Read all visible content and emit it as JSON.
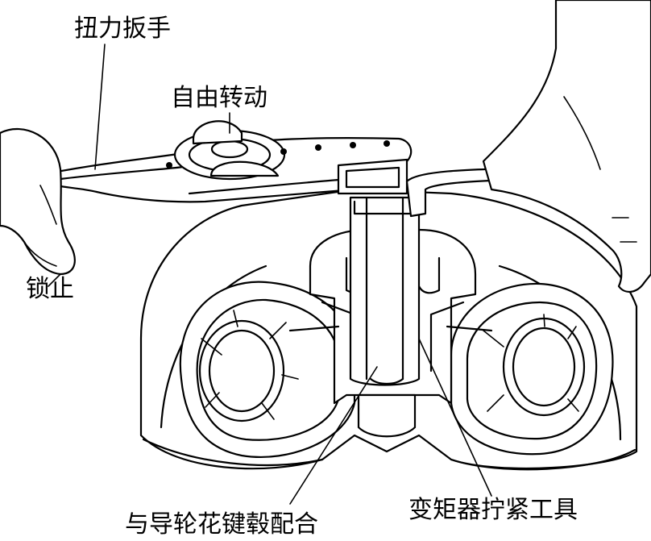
{
  "labels": {
    "torque_wrench": "扭力扳手",
    "free_rotation": "自由转动",
    "lock": "锁止",
    "spline_match": "与导轮花键毂配合",
    "converter_tool": "变矩器拧紧工具"
  }
}
